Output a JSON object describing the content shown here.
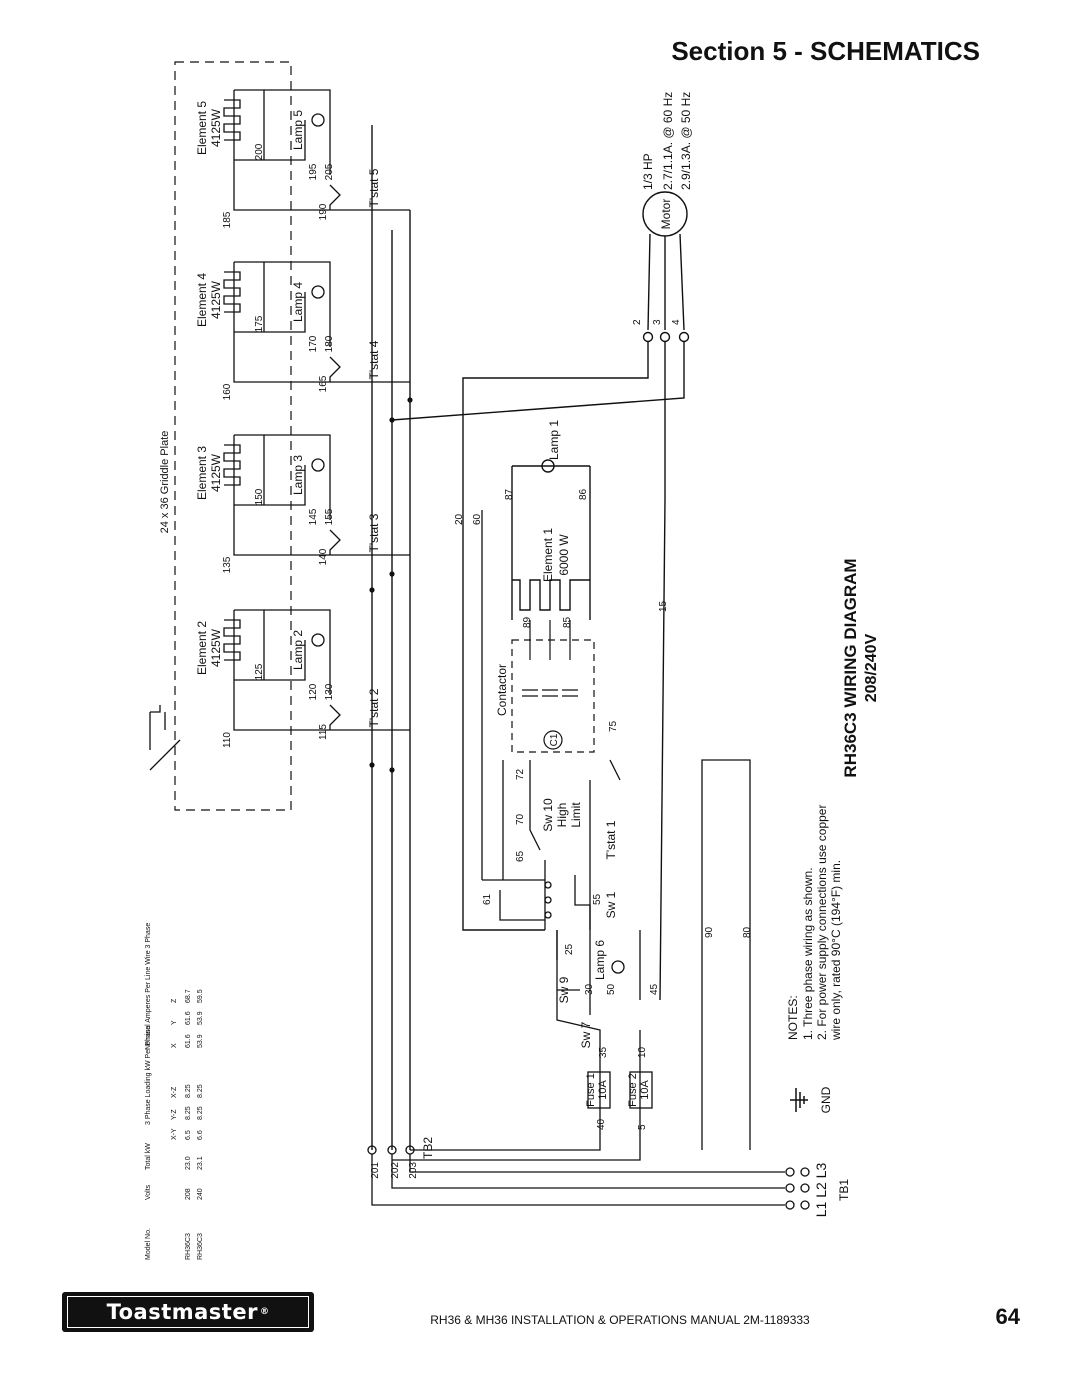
{
  "page": {
    "section_title": "Section 5 - SCHEMATICS",
    "footer": "RH36 & MH36 INSTALLATION & OPERATIONS MANUAL 2M-1189333",
    "page_number": "64",
    "logo_text": "Toastmaster"
  },
  "diagram": {
    "title": "RH36C3 WIRING DIAGRAM",
    "voltage": "208/240V",
    "griddle_label": "24 x 36 Griddle Plate",
    "elements": [
      {
        "name": "Element 5",
        "watts": "4125W",
        "lamp": "Lamp 5",
        "tstat": "T'stat 5",
        "wires": [
          "185",
          "200",
          "195",
          "205",
          "190"
        ]
      },
      {
        "name": "Element 4",
        "watts": "4125W",
        "lamp": "Lamp 4",
        "tstat": "T'stat 4",
        "wires": [
          "160",
          "175",
          "170",
          "180",
          "165"
        ]
      },
      {
        "name": "Element 3",
        "watts": "4125W",
        "lamp": "Lamp 3",
        "tstat": "T'stat 3",
        "wires": [
          "135",
          "150",
          "145",
          "155",
          "140"
        ]
      },
      {
        "name": "Element 2",
        "watts": "4125W",
        "lamp": "Lamp 2",
        "tstat": "T'stat 2",
        "wires": [
          "110",
          "125",
          "120",
          "130",
          "115"
        ]
      }
    ],
    "motor": {
      "label": "Motor",
      "hp": "1/3 HP",
      "rating_60": "2.7/1.1A. @ 60 Hz",
      "rating_50": "2.9/1.3A. @ 50 Hz",
      "terminals": [
        "2",
        "3",
        "4"
      ]
    },
    "element1": {
      "name": "Element 1",
      "watts": "6000 W",
      "lamp": "Lamp 1",
      "wires": [
        "87",
        "86",
        "89",
        "85"
      ]
    },
    "contactor": {
      "label": "Contactor",
      "coil": "C1",
      "wires": [
        "75"
      ]
    },
    "switches": {
      "sw10": {
        "label": "Sw 10",
        "sub1": "High",
        "sub2": "Limit",
        "wires": [
          "70",
          "72"
        ]
      },
      "tstat1": {
        "label": "T'stat 1",
        "wires": [
          "65"
        ]
      },
      "sw1": {
        "label": "Sw 1",
        "wires": [
          "61",
          "55"
        ]
      },
      "sw9": {
        "label": "Sw 9",
        "wires": [
          "25",
          "30"
        ]
      },
      "lamp6": {
        "label": "Lamp 6",
        "wires": [
          "50",
          "45"
        ]
      },
      "sw7": {
        "label": "Sw 7",
        "wires": [
          "35",
          "10"
        ]
      }
    },
    "fuses": [
      {
        "label": "Fuse 1",
        "rating": "10A",
        "wire": "40"
      },
      {
        "label": "Fuse 2",
        "rating": "10A",
        "wire": "5"
      }
    ],
    "misc_wires": [
      "20",
      "60",
      "15",
      "90",
      "80"
    ],
    "tb2": {
      "label": "TB2",
      "wires": [
        "201",
        "202",
        "203"
      ]
    },
    "tb1": {
      "label": "TB1",
      "lines": "L1  L2  L3"
    },
    "gnd": "GND",
    "notes": {
      "heading": "NOTES:",
      "lines": [
        "1. Three phase wiring as shown.",
        "2. For power supply connections use copper",
        "wire only, rated 90°C (194°F) min."
      ]
    },
    "table": {
      "headers": [
        "Model No.",
        "Volts",
        "Total kW",
        "3 Phase Loading kW Per Phase",
        "Nominal Amperes Per Line Wire 3 Phase"
      ],
      "sub_headers": [
        "X-Y",
        "Y-Z",
        "X-Z",
        "X",
        "Y",
        "Z"
      ],
      "rows": [
        [
          "RH36C3",
          "208",
          "23.0",
          "6.5",
          "8.25",
          "8.25",
          "61.6",
          "61.6",
          "68.7"
        ],
        [
          "RH36C3",
          "240",
          "23.1",
          "6.6",
          "8.25",
          "8.25",
          "53.9",
          "53.9",
          "59.5"
        ]
      ]
    }
  }
}
